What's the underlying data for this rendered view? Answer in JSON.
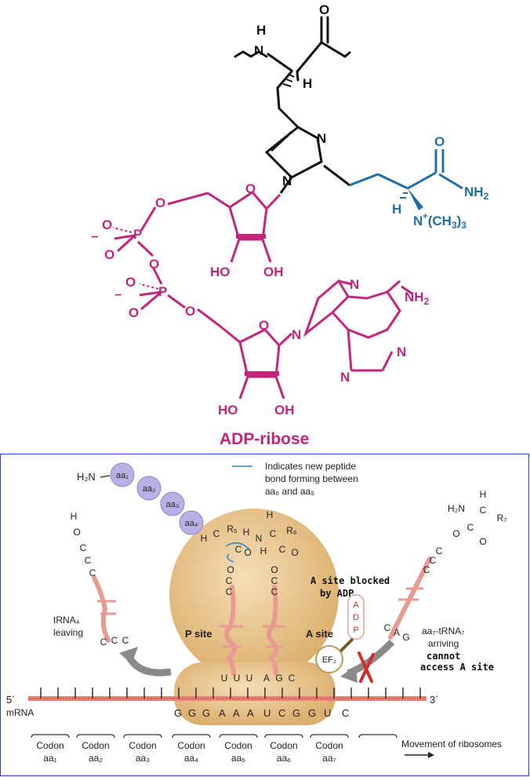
{
  "top": {
    "title": "ADP-ribose",
    "backbone": {
      "n": "H",
      "nh": "N",
      "o": "O",
      "h": "H"
    },
    "imidazole": {
      "n1": "N",
      "n2": "N"
    },
    "diphthamide": {
      "o": "O",
      "nh2": "NH",
      "nh2_sub": "2",
      "h": "H",
      "nplus": "N",
      "nplus_sup": "+",
      "nplus_tail": "(CH",
      "ch3_sub": "3",
      "close": ")",
      "close_sub": "3"
    },
    "phosphates": {
      "p1": "P",
      "p2": "P",
      "o1": "O",
      "o2": "O",
      "o3": "O",
      "o4": "O",
      "o5": "O",
      "o6": "O",
      "o7": "O",
      "minus1": "–",
      "minus2": "–"
    },
    "ribose1": {
      "o": "O",
      "ho": "HO",
      "oh": "OH"
    },
    "ribose2": {
      "o": "O",
      "ho": "HO",
      "oh": "OH"
    },
    "adenine": {
      "n9": "N",
      "n7": "N",
      "n1": "N",
      "n3": "N",
      "nh2": "NH",
      "nh2_sub": "2"
    }
  },
  "diagram": {
    "legend": [
      "Indicates new peptide",
      "bond forming between",
      "aa₆ and aa₅"
    ],
    "aa_chain": {
      "h2n": "H₂N",
      "beads": [
        "aa₁",
        "aa₂",
        "aa₃",
        "aa₄"
      ]
    },
    "p_site_label": "P site",
    "a_site_label": "A site",
    "trna_leaving": [
      "tRNA₄",
      "leaving"
    ],
    "trna_arriving": [
      "aa₇-tRNA₇",
      "arriving"
    ],
    "handwritten_1": [
      "A site blocked",
      "by ADP"
    ],
    "handwritten_2": [
      "cannot",
      "access  A site"
    ],
    "ef2": "EF₂",
    "adp": [
      "A",
      "D",
      "P"
    ],
    "mrna_5": "5´",
    "mrna_3": "3´",
    "mrna_label": "mRNA",
    "nucleotides": [
      "G",
      "G",
      "G",
      "A",
      "A",
      "A",
      "U",
      "C",
      "G",
      "G",
      "U",
      "C"
    ],
    "anticodon_p": [
      "U",
      "U",
      "U"
    ],
    "anticodon_a": [
      "A",
      "G",
      "C"
    ],
    "anticodon_leaving": [
      "C",
      "C",
      "C"
    ],
    "anticodon_arriving": [
      "C",
      "A",
      "G"
    ],
    "codons": [
      {
        "word": "Codon",
        "aa": "aa₁"
      },
      {
        "word": "Codon",
        "aa": "aa₂"
      },
      {
        "word": "Codon",
        "aa": "aa₃"
      },
      {
        "word": "Codon",
        "aa": "aa₄"
      },
      {
        "word": "Codon",
        "aa": "aa₅"
      },
      {
        "word": "Codon",
        "aa": "aa₆"
      },
      {
        "word": "Codon",
        "aa": "aa₇"
      }
    ],
    "movement": "Movement of ribosomes",
    "r5": "R₅",
    "r6": "R₆",
    "r7": "R₇",
    "atoms": {
      "h": "H",
      "c": "C",
      "o": "O",
      "n": "N",
      "oh_h": "H",
      "h2n": "H₂N"
    }
  },
  "colors": {
    "magenta": "#c4267b",
    "blue": "#1f6ea6",
    "ribosome": "#e7c38e",
    "trna": "#e89a93",
    "bead": "#b9b1e3"
  }
}
